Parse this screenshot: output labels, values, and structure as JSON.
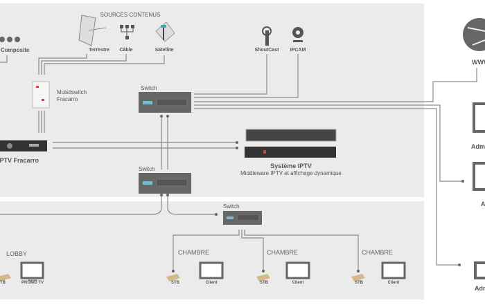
{
  "title": "SOURCES CONTENUS",
  "sources": {
    "composite": "Composite",
    "terrestre": "Terrestre",
    "cable": "Câble",
    "satellite": "Satellite",
    "shoutcast": "ShoutCast",
    "ipcam": "IPCAM"
  },
  "devices": {
    "multiswitch": [
      "Mulstiswitch",
      "Fracarro"
    ],
    "iptv_fracarro": "IPTV Fracarro",
    "switch": "Switch",
    "system_title": "Système IPTV",
    "system_subtitle": "Middleware IPTV et  affichage dynamique"
  },
  "zones": {
    "lobby": "LOBBY",
    "chambre": "CHAMBRE",
    "stb": "STB",
    "promo_tv": "PROMO TV",
    "client": "Client"
  },
  "right": {
    "www": "WWW",
    "admin1": "Adm",
    "admin2": "A",
    "admin3": "Adm"
  },
  "colors": {
    "panel": "#ebebeb",
    "line": "#8a8a8a",
    "device": "#666666"
  }
}
